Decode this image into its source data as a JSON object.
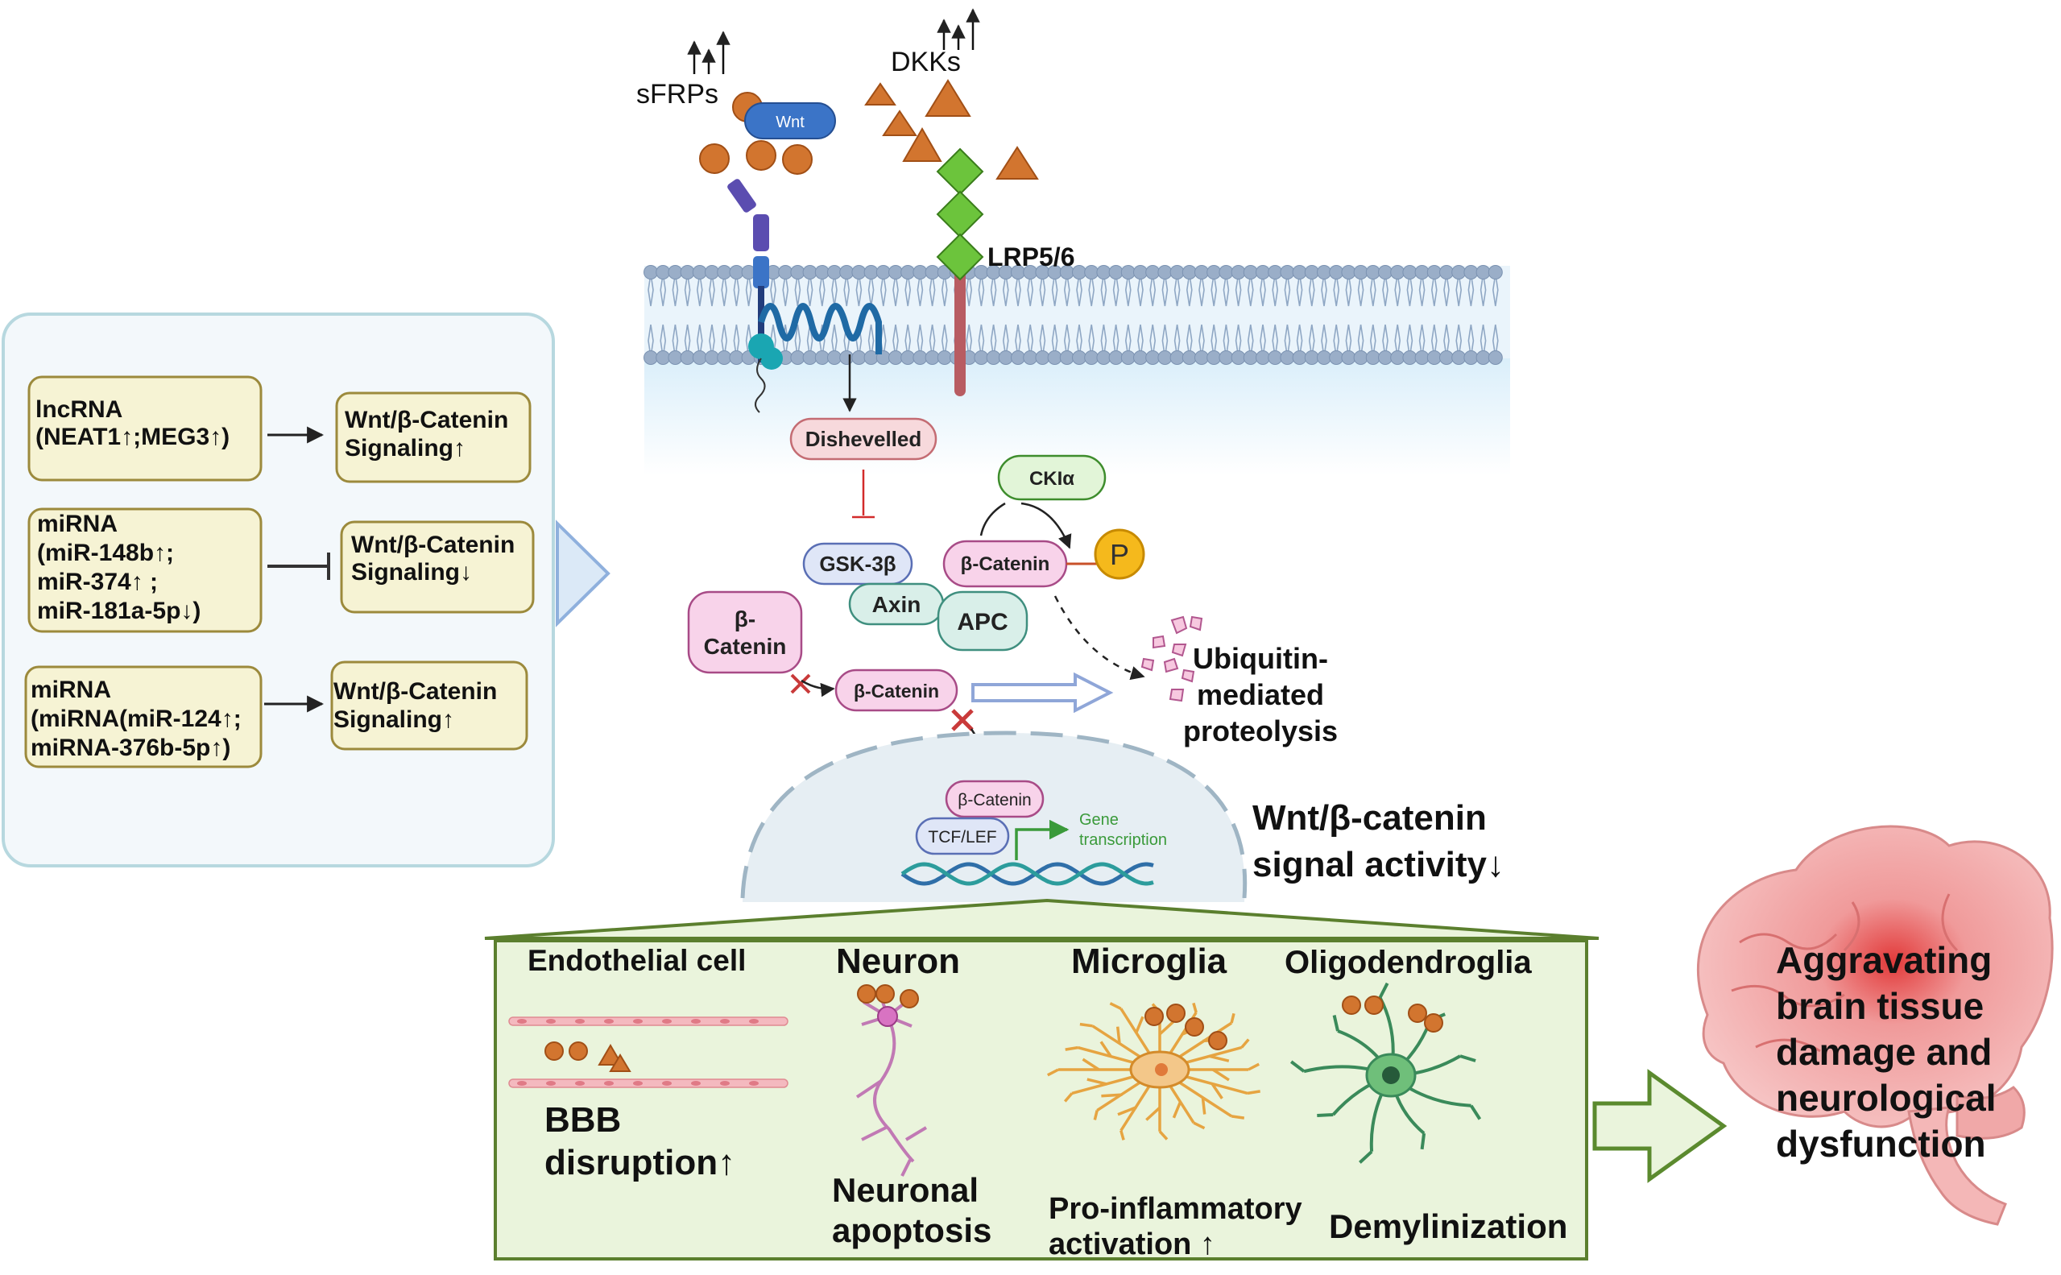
{
  "diagram": {
    "ligands": {
      "sfrps_label": "sFRPs",
      "dkks_label": "DKKs",
      "wnt_label": "Wnt",
      "lrp_label": "LRP5/6"
    },
    "cytoplasm": {
      "dishevelled": "Dishevelled",
      "ckia": "CKIα",
      "gsk": "GSK-3β",
      "axin": "Axin",
      "apc": "APC",
      "beta_catenin_complex": "β-Catenin",
      "phospho": "P",
      "beta_catenin_free_line1": "β-",
      "beta_catenin_free_line2": "Catenin",
      "beta_catenin_mid": "β-Catenin",
      "ubiquitin_line1": "Ubiquitin-",
      "ubiquitin_line2": "mediated",
      "ubiquitin_line3": "proteolysis"
    },
    "nucleus": {
      "beta_catenin": "β-Catenin",
      "tcf": "TCF/LEF",
      "gene_line1": "Gene",
      "gene_line2": "transcription"
    },
    "activity": {
      "line1": "Wnt/β-catenin",
      "line2": "signal activity↓"
    },
    "left_panel": {
      "rows": [
        {
          "source_lines": [
            "lncRNA",
            "(NEAT1↑;MEG3↑)"
          ],
          "effect_lines": [
            "Wnt/β-Catenin",
            "Signaling↑"
          ],
          "relation": "activate"
        },
        {
          "source_lines": [
            "miRNA",
            "(miR-148b↑;",
            "miR-374↑ ;",
            "miR-181a-5p↓)"
          ],
          "effect_lines": [
            "Wnt/β-Catenin",
            "Signaling↓"
          ],
          "relation": "inhibit"
        },
        {
          "source_lines": [
            "miRNA",
            "(miRNA(miR-124↑;",
            "miRNA-376b-5p↑)"
          ],
          "effect_lines": [
            "Wnt/β-Catenin",
            "Signaling↑"
          ],
          "relation": "activate"
        }
      ]
    },
    "cells": {
      "endothelial": {
        "title": "Endothelial cell",
        "effect_line1": "BBB",
        "effect_line2": "disruption↑"
      },
      "neuron": {
        "title": "Neuron",
        "effect_line1": "Neuronal",
        "effect_line2": "apoptosis"
      },
      "microglia": {
        "title": "Microglia",
        "effect_line1": "Pro-inflammatory",
        "effect_line2": "activation ↑"
      },
      "oligo": {
        "title": "Oligodendroglia",
        "effect_line1": "Demylinization"
      }
    },
    "outcome": {
      "lines": [
        "Aggravating",
        "brain tissue",
        "damage and",
        "neurological",
        "dysfunction"
      ]
    },
    "colors": {
      "ligand_orange": "#d2752f",
      "receptor_purple": "#5b4db0",
      "lrp_green": "#6cc43c",
      "left_panel_border": "#b7d8df",
      "left_panel_fill": "#f3f8fb",
      "rna_box_fill": "#f6f3d4",
      "rna_box_border": "#9c8a3c",
      "cell_panel_fill": "#eaf4dc",
      "cell_panel_border": "#5b7f2e",
      "pink_box": "#f8d3ea",
      "gsk_fill": "#dfe6f7",
      "apc_fill": "#d9efe9",
      "ckia_fill": "#e2f5d8",
      "dishevelled_fill": "#f7d9dc"
    }
  }
}
